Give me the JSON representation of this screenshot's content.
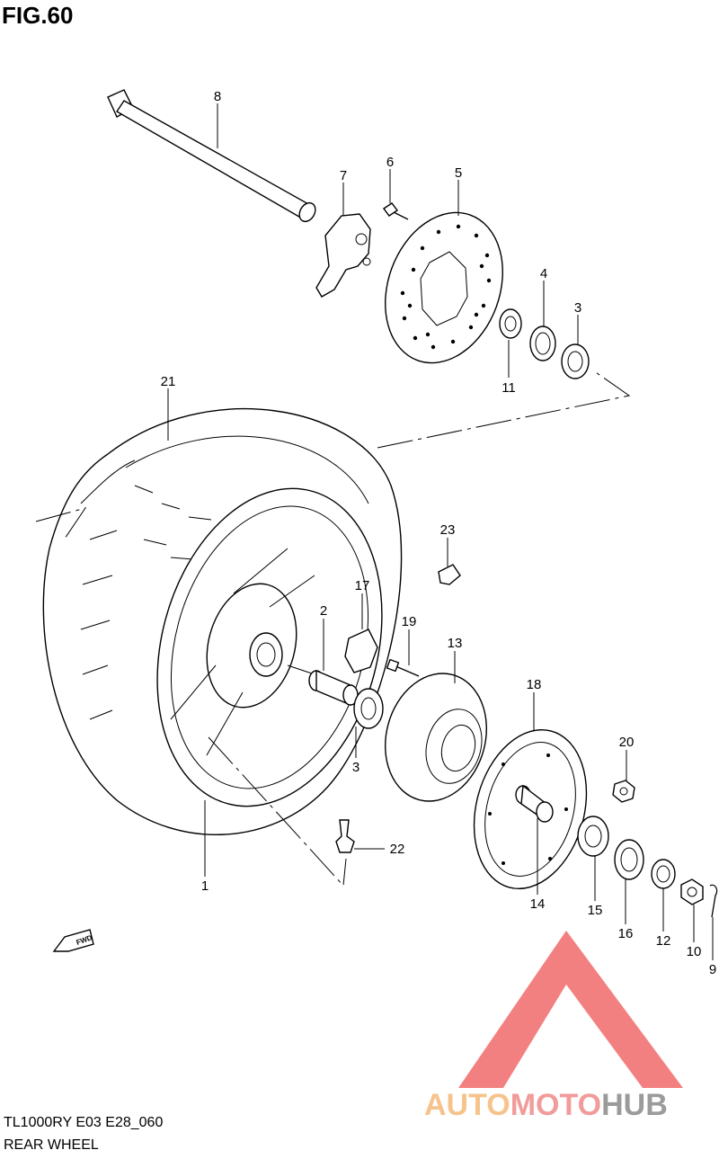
{
  "figure": {
    "title": "FIG.60",
    "model_code": "TL1000RY E03 E28_060",
    "section_name": "REAR WHEEL"
  },
  "callouts": [
    "1",
    "2",
    "3",
    "3",
    "4",
    "5",
    "6",
    "7",
    "8",
    "9",
    "10",
    "11",
    "12",
    "13",
    "14",
    "15",
    "16",
    "17",
    "18",
    "19",
    "20",
    "21",
    "22",
    "23"
  ],
  "direction_marker": "FWD",
  "watermark": {
    "part1": "AUTO",
    "part2": "MOTO",
    "part3": "HUB",
    "colors": {
      "auto": "#f6b97a",
      "moto": "#f08a8a",
      "hub": "#8a8a8a",
      "triangle": "#f26b6b"
    }
  }
}
